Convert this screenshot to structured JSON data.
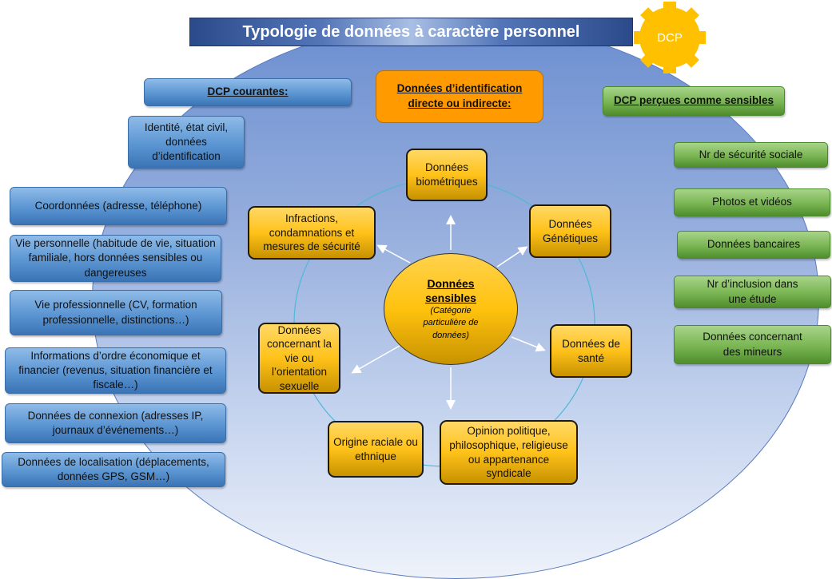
{
  "title": "Typologie de données à caractère personnel",
  "badge": {
    "label": "DCP",
    "color": "#ffc000"
  },
  "left": {
    "header": "DCP courantes:",
    "items": [
      "Identité, état civil, données d’identification",
      "Coordonnées (adresse, téléphone)",
      "Vie personnelle (habitude de vie, situation familiale, hors données sensibles ou dangereuses",
      "Vie professionnelle (CV, formation professionnelle, distinctions…)",
      "Informations d’ordre économique et financier (revenus, situation financière et fiscale…)",
      "Données de connexion (adresses IP, journaux d’événements…)",
      "Données de localisation (déplacements, données GPS, GSM…)"
    ]
  },
  "middle_header": "Données d’identification directe ou indirecte:",
  "right": {
    "header": "DCP perçues comme sensibles",
    "items": [
      "Nr de sécurité sociale",
      "Photos et vidéos",
      "Données bancaires",
      "Nr d’inclusion dans une étude",
      "Données concernant des mineurs"
    ]
  },
  "center": {
    "title": "Données sensibles",
    "subtitle": "(Catégorie particulière de données)",
    "items": [
      "Données biométriques",
      "Données Génétiques",
      "Données de santé",
      "Opinion politique, philosophique, religieuse ou appartenance syndicale",
      "Origine raciale ou ethnique",
      "Données concernant la vie ou l’orientation sexuelle",
      "Infractions, condamnations et mesures de sécurité"
    ]
  }
}
